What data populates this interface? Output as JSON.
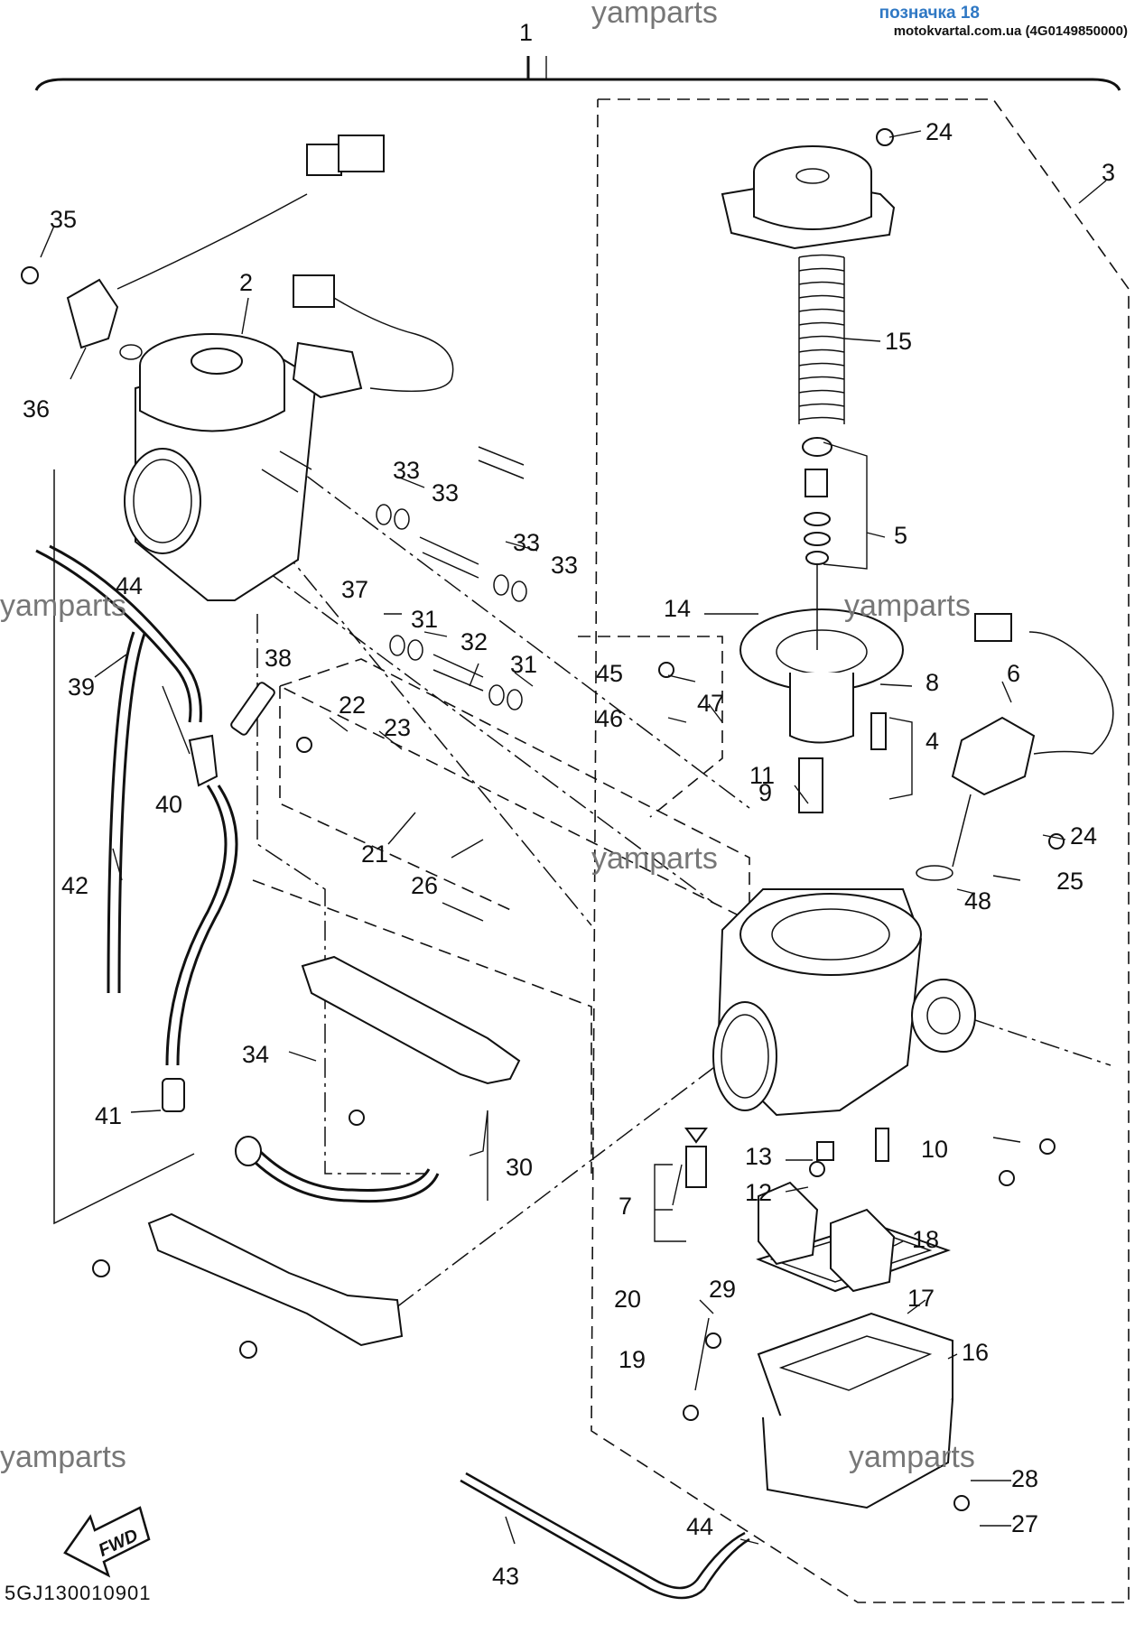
{
  "header": {
    "link_text": "позначка 18",
    "source_text": "motokvartal.com.ua (4G0149850000)"
  },
  "watermark": "yamparts",
  "diagram_code": "5GJ130010901",
  "fwd_label": "FWD",
  "callouts": {
    "c1": "1",
    "c2": "2",
    "c3": "3",
    "c4": "4",
    "c5": "5",
    "c6": "6",
    "c7": "7",
    "c8": "8",
    "c9": "9",
    "c10": "10",
    "c11": "11",
    "c12": "12",
    "c13": "13",
    "c14": "14",
    "c15": "15",
    "c16": "16",
    "c17": "17",
    "c18": "18",
    "c19": "19",
    "c20": "20",
    "c21": "21",
    "c22": "22",
    "c23": "23",
    "c24": "24",
    "c25": "25",
    "c26": "26",
    "c27": "27",
    "c28": "28",
    "c29": "29",
    "c30": "30",
    "c31": "31",
    "c32": "32",
    "c33": "33",
    "c34": "34",
    "c35": "35",
    "c36": "36",
    "c37": "37",
    "c38": "38",
    "c39": "39",
    "c40": "40",
    "c41": "41",
    "c42": "42",
    "c43": "43",
    "c44": "44",
    "c45": "45",
    "c46": "46",
    "c47": "47",
    "c48": "48"
  }
}
